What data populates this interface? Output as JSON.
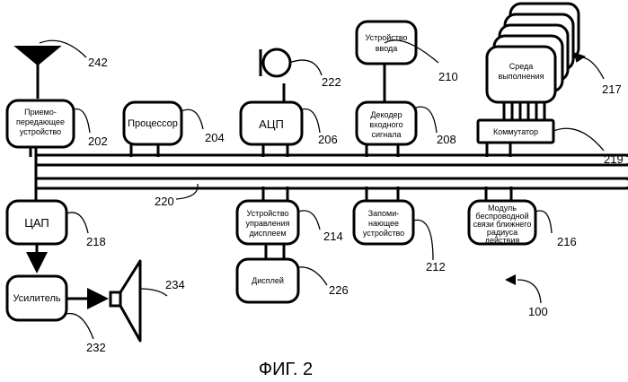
{
  "blocks": {
    "transceiver": [
      "Приемо-",
      "передающее",
      "устройство"
    ],
    "processor": [
      "Процессор"
    ],
    "adc": [
      "АЦП"
    ],
    "input_device": [
      "Устройство",
      "ввода"
    ],
    "input_decoder": [
      "Декодер",
      "входного",
      "сигнала"
    ],
    "runtime": [
      "Среда",
      "выполнения"
    ],
    "switch": [
      "Коммутатор"
    ],
    "dac": [
      "ЦАП"
    ],
    "display_controller": [
      "Устройство",
      "управления",
      "дисплеем"
    ],
    "memory": [
      "Запоми-",
      "нающее",
      "устройство"
    ],
    "nfc_module": [
      "Модуль",
      "беспроводной",
      "связи ближнего",
      "радиуса",
      "действия"
    ],
    "display": [
      "Дисплей"
    ],
    "amplifier": [
      "Усилитель"
    ]
  },
  "refs": {
    "antenna": "242",
    "transceiver": "202",
    "processor": "204",
    "microphone": "222",
    "adc": "206",
    "input_device": "210",
    "input_decoder": "208",
    "runtime": "217",
    "switch": "219",
    "bus": "220",
    "dac": "218",
    "display_controller": "214",
    "memory": "212",
    "nfc_module": "216",
    "display": "226",
    "amplifier": "232",
    "speaker": "234",
    "device": "100"
  },
  "caption": "ФИГ. 2"
}
